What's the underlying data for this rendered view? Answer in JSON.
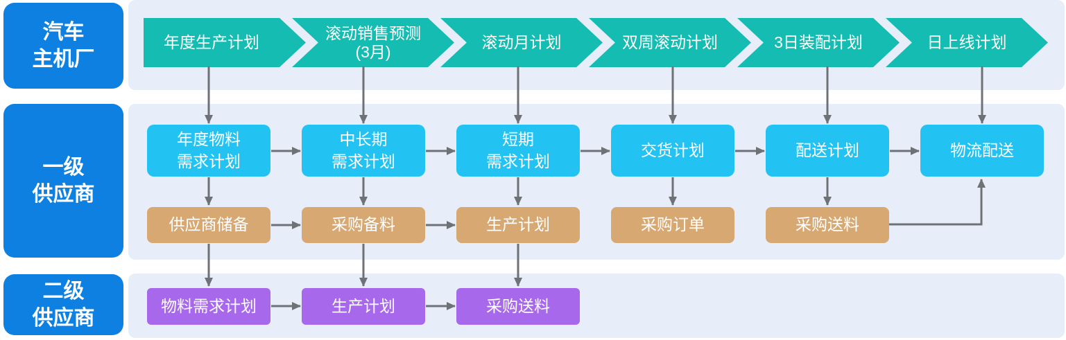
{
  "rows": [
    {
      "label": "汽车\n主机厂"
    },
    {
      "label": "一级\n供应商"
    },
    {
      "label": "二级\n供应商"
    }
  ],
  "chevrons": [
    {
      "label": "年度生产计划"
    },
    {
      "label": "滚动销售预测\n(3月)"
    },
    {
      "label": "滚动月计划"
    },
    {
      "label": "双周滚动计划"
    },
    {
      "label": "3日装配计划"
    },
    {
      "label": "日上线计划"
    }
  ],
  "tier1_plans": [
    {
      "label": "年度物料\n需求计划"
    },
    {
      "label": "中长期\n需求计划"
    },
    {
      "label": "短期\n需求计划"
    },
    {
      "label": "交货计划"
    },
    {
      "label": "配送计划"
    },
    {
      "label": "物流配送"
    }
  ],
  "tier1_actions": [
    {
      "label": "供应商储备"
    },
    {
      "label": "采购备料"
    },
    {
      "label": "生产计划"
    },
    {
      "label": "采购订单"
    },
    {
      "label": "采购送料"
    }
  ],
  "tier2_actions": [
    {
      "label": "物料需求计划"
    },
    {
      "label": "生产计划"
    },
    {
      "label": "采购送料"
    }
  ],
  "colors": {
    "blue": "#0d80e2",
    "teal": "#15bcb1",
    "cyan": "#22c3f3",
    "tan": "#d8a873",
    "purple": "#a768ec",
    "band": "#e7eef9",
    "arrow": "#6e7277",
    "text": "#ffffff",
    "bg": "#ffffff"
  }
}
